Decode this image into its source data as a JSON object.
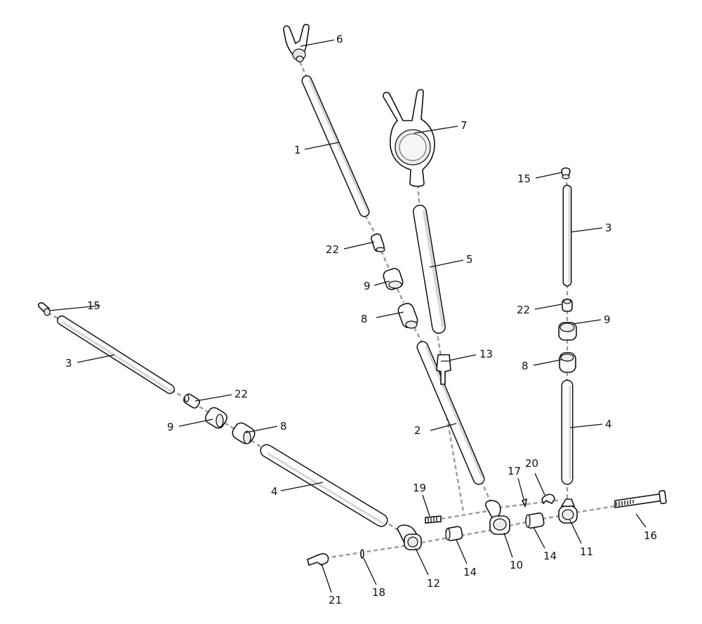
{
  "callouts": {
    "c1": "1",
    "c2": "2",
    "c3a": "3",
    "c3b": "3",
    "c4a": "4",
    "c4b": "4",
    "c5": "5",
    "c6": "6",
    "c7": "7",
    "c8a": "8",
    "c8b": "8",
    "c8c": "8",
    "c9a": "9",
    "c9b": "9",
    "c9c": "9",
    "c10": "10",
    "c11": "11",
    "c12": "12",
    "c13": "13",
    "c14a": "14",
    "c14b": "14",
    "c15a": "15",
    "c15b": "15",
    "c16": "16",
    "c17": "17",
    "c18": "18",
    "c19": "19",
    "c20": "20",
    "c21": "21",
    "c22a": "22",
    "c22b": "22",
    "c22c": "22"
  },
  "parts": {
    "rods": [
      "1",
      "2",
      "3",
      "4",
      "5"
    ],
    "yokes": [
      "6",
      "7"
    ],
    "connectors": [
      "8",
      "9",
      "22"
    ],
    "hubs": [
      "10",
      "11",
      "12"
    ],
    "clip": "13",
    "spacer": "14",
    "end_cap": "15",
    "bolt": "16",
    "small_parts": [
      "17",
      "18",
      "19",
      "20",
      "21"
    ]
  }
}
